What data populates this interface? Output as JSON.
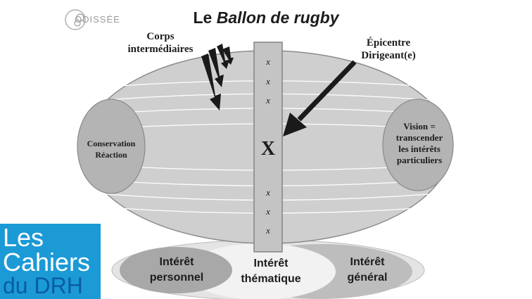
{
  "title": {
    "prefix": "Le ",
    "italic": "Ballon de rugby"
  },
  "labels": {
    "corps": "Corps intermédiaires",
    "epicentre_line1": "Épicentre",
    "epicentre_line2": "Dirigeant(e)",
    "left_line1": "Conservation",
    "left_line2": "Réaction",
    "right_line1": "Vision =",
    "right_line2": "transcender",
    "right_line3": "les intérêts",
    "right_line4": "particuliers",
    "center_x": "X",
    "small_x": "x"
  },
  "interests": {
    "personnel_line1": "Intérêt",
    "personnel_line2": "personnel",
    "thematique_line1": "Intérêt",
    "thematique_line2": "thématique",
    "general_line1": "Intérêt",
    "general_line2": "général"
  },
  "logos": {
    "odissee": "ODISSÉE",
    "cahiers_line1": "Les",
    "cahiers_line2": "Cahiers",
    "cahiers_line3": "du DRH"
  },
  "colors": {
    "ball": "#cfcfcf",
    "ball_stroke": "#8c8c8c",
    "side_circle": "#b4b4b4",
    "column": "#c4c4c4",
    "arrow": "#1a1a1a",
    "base_outer": "#e4e4e4",
    "base_general": "#bdbdbd",
    "base_thematique": "#f2f2f2",
    "base_personnel": "#a8a8a8",
    "cahiers_blue": "#1b9ad6"
  }
}
